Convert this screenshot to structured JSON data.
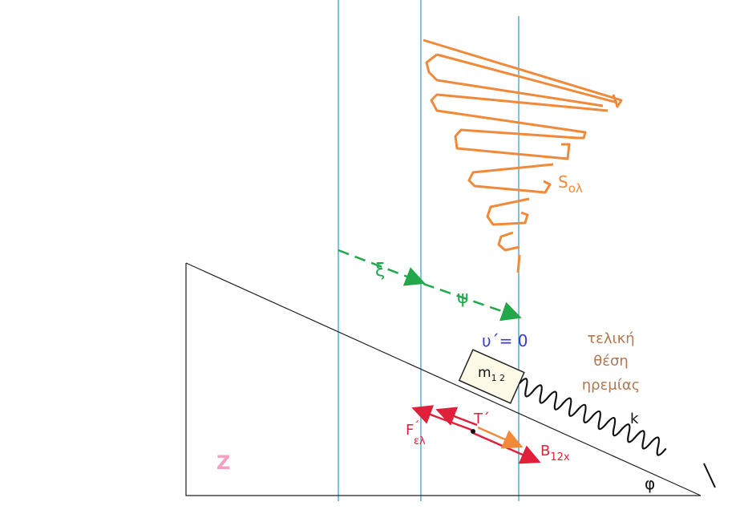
{
  "labels": {
    "s_total": "S",
    "s_total_sub": "ολ",
    "xi": "ξ",
    "psi": "ψ",
    "velocity": "υ΄= 0",
    "final_line1": "τελική",
    "final_line2": "θέση",
    "final_line3": "ηρεμίας",
    "mass": "m",
    "mass_sub": "1 2",
    "spring_k": "k",
    "tension": "T΄",
    "force_elastic": "F",
    "force_elastic_prime": "΄",
    "force_elastic_sub": "ελ",
    "weight_comp": "B",
    "weight_comp_sub": "12x",
    "angle": "φ",
    "point_z": "Z"
  },
  "colors": {
    "guide_lines": "#3aa0d8",
    "spiral": "#f08a3a",
    "green_arrows": "#22a84a",
    "velocity_text": "#3a3acc",
    "final_text": "#b07850",
    "red_forces": "#e0203a",
    "point_z": "#f4a0c0",
    "incline": "#222222",
    "spring": "#111111"
  }
}
